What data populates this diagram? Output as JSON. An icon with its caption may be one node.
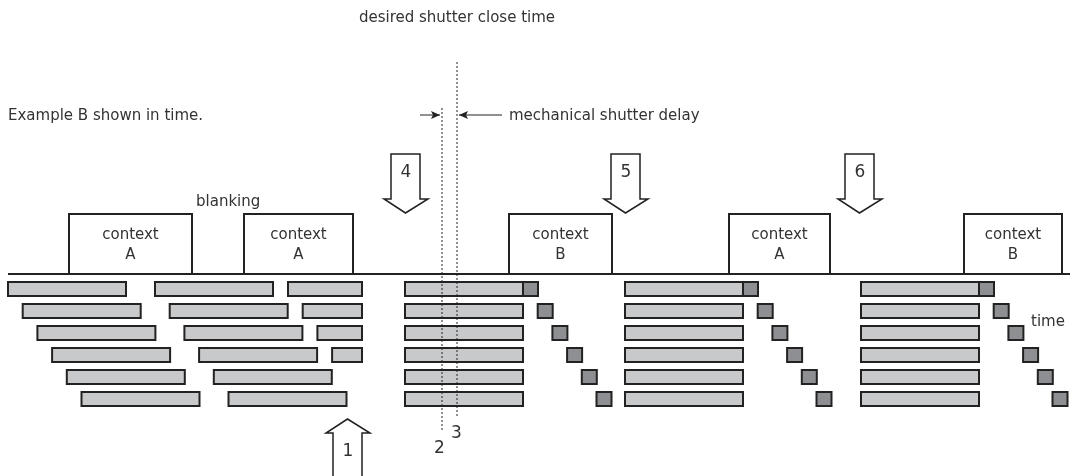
{
  "diagram": {
    "nodes": [
      {
        "text": [
          "4"
        ]
      },
      {
        "text": [
          "5"
        ]
      },
      {
        "text": [
          "6"
        ]
      },
      {
        "text": [
          "context A"
        ]
      },
      {
        "text": [
          "context A"
        ]
      },
      {
        "text": [
          "context B"
        ]
      },
      {
        "text": [
          "context A"
        ]
      },
      {
        "text": [
          "context B"
        ]
      },
      {
        "text": [
          "1"
        ]
      }
    ],
    "labels": [
      "desired shutter close time",
      "Example B shown in time.",
      "mechanical shutter delay",
      "blanking",
      "time",
      "2",
      "3"
    ]
  }
}
